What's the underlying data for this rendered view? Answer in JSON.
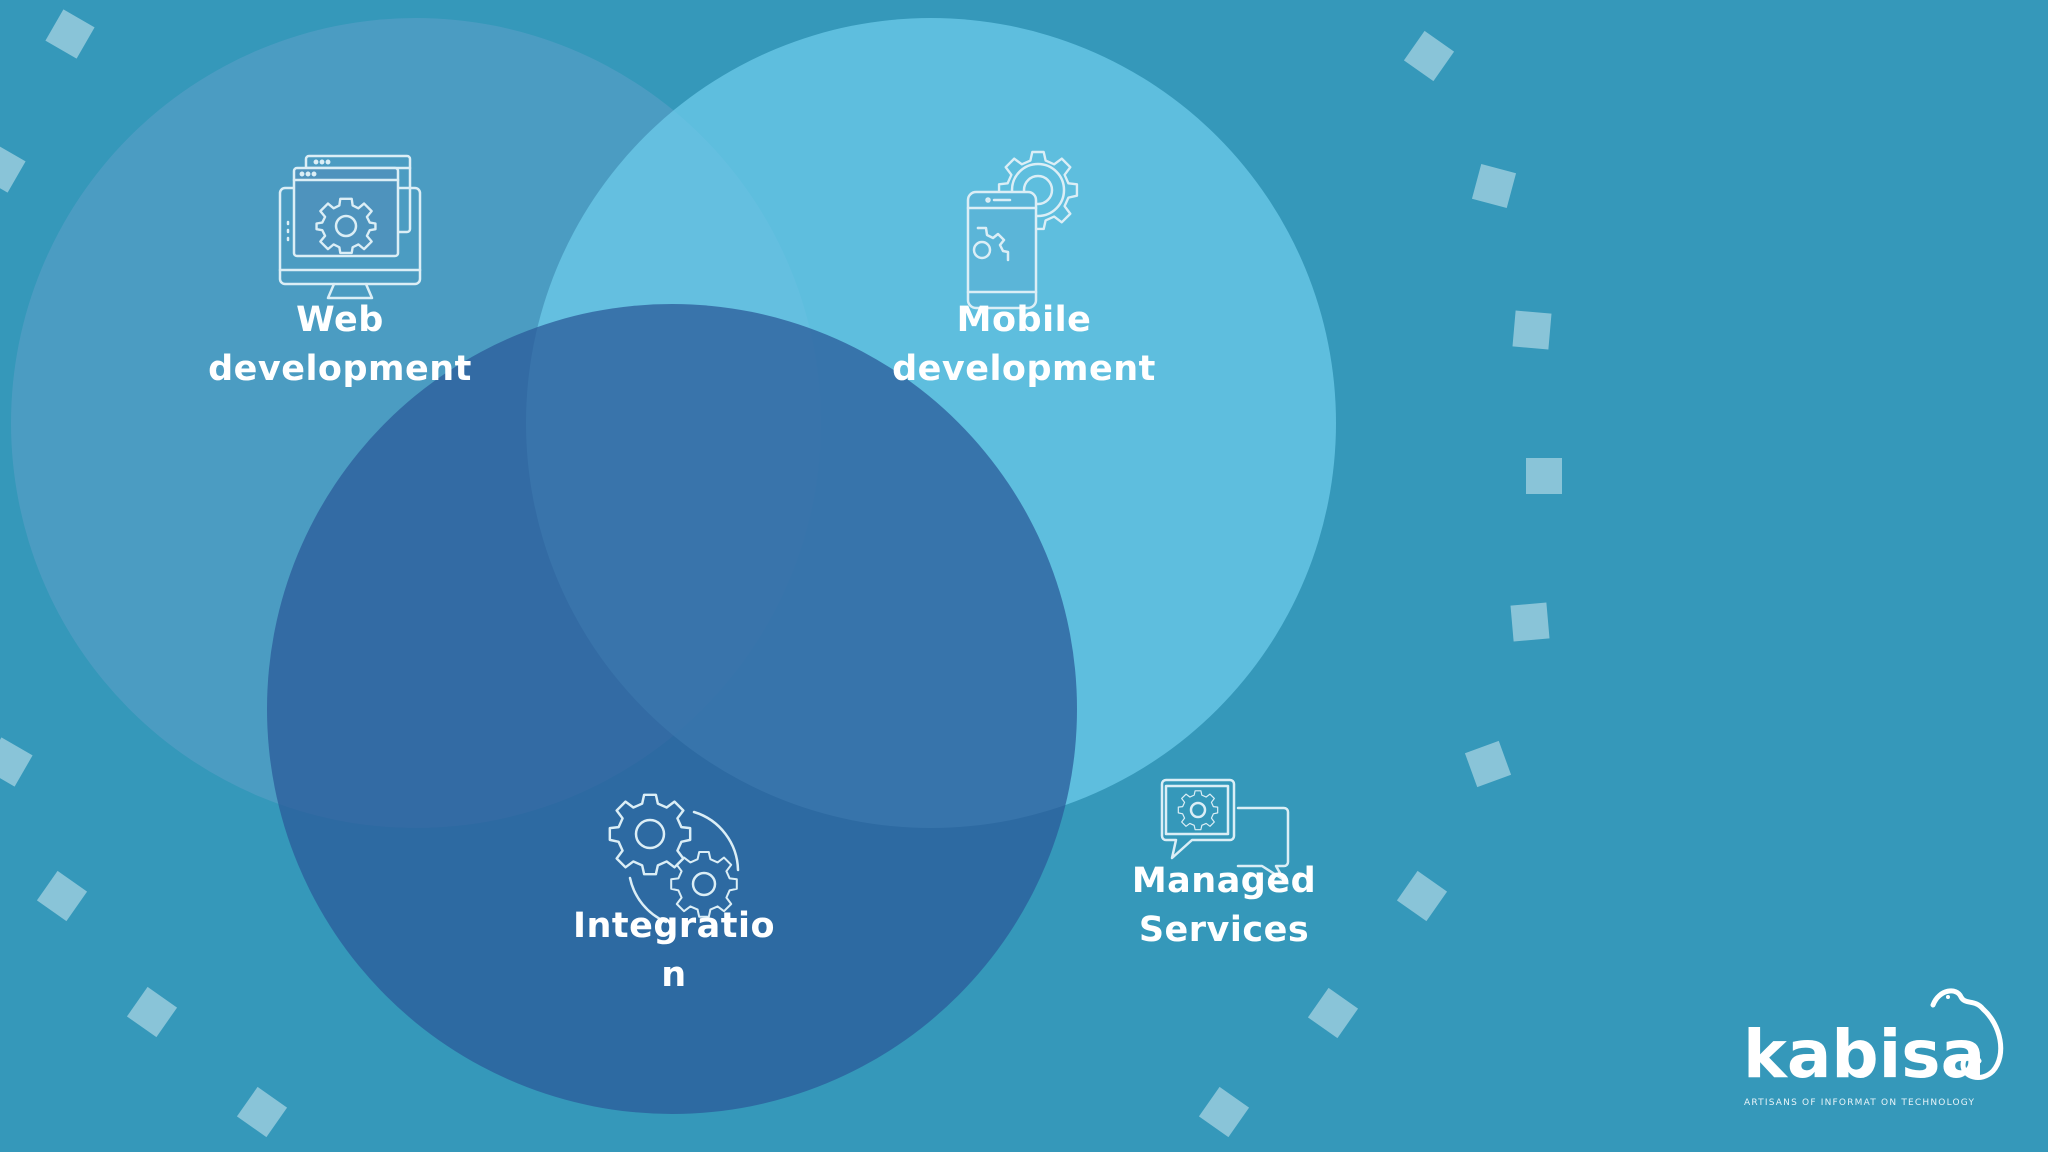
{
  "colors": {
    "background": "#3598ba",
    "squares": "#9fd0e0",
    "icon_stroke": "#dbeef6",
    "text": "#ffffff"
  },
  "venn": {
    "circles": [
      {
        "id": "web",
        "color": "#5da0c8",
        "opacity": 0.55
      },
      {
        "id": "mobile",
        "color": "#6ccbe9",
        "opacity": 0.75
      },
      {
        "id": "integration",
        "color": "#2b5b9a",
        "opacity": 0.75
      }
    ],
    "labels": {
      "web_line1": "Web",
      "web_line2": "development",
      "mobile_line1": "Mobile",
      "mobile_line2": "development",
      "integration_line1": "Integratio",
      "integration_line2": "n",
      "managed_line1": "Managed",
      "managed_line2": "Services"
    },
    "icons": {
      "web": "monitor-gear-icon",
      "mobile": "phone-gear-icon",
      "integration": "gears-icon",
      "managed": "chat-gear-icon"
    }
  },
  "logo": {
    "word": "kabisa",
    "tagline": "ARTISANS OF INFORMAT ON TECHNOLOGY"
  }
}
